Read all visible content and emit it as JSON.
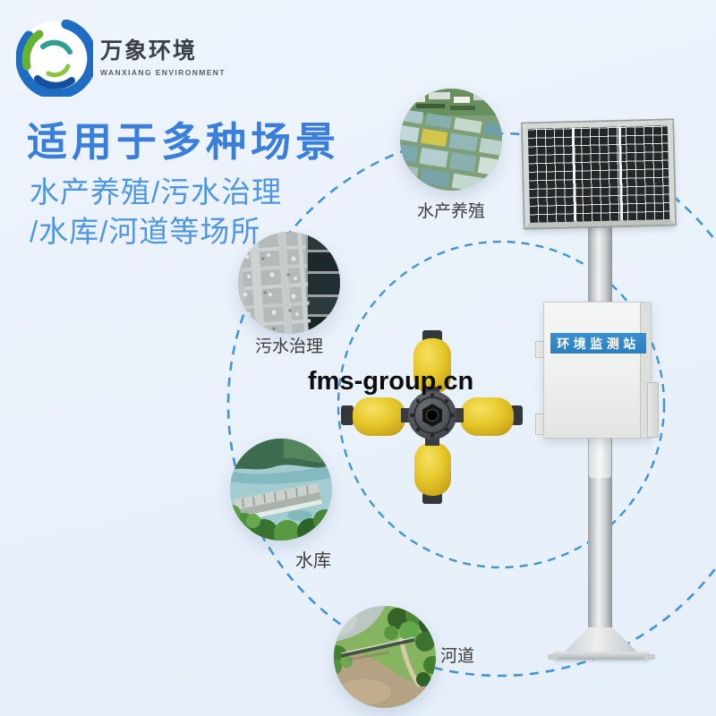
{
  "brand": {
    "name": "万象环境",
    "name_en": "WANXIANG ENVIRONMENT"
  },
  "hero": {
    "title": "适用于多种场景",
    "subtitle_line1": "水产养殖/污水治理",
    "subtitle_line2": "/水库/河道等场所"
  },
  "scenarios": [
    {
      "id": "aquaculture",
      "label": "水产养殖",
      "photo": "fish-ponds-aerial"
    },
    {
      "id": "sewage-treatment",
      "label": "污水治理",
      "photo": "treatment-plant-aerial"
    },
    {
      "id": "reservoir",
      "label": "水库",
      "photo": "dam-aerial"
    },
    {
      "id": "river",
      "label": "河道",
      "photo": "river-bridge-aerial"
    }
  ],
  "station": {
    "banner_label": "环境监测站"
  },
  "watermark": {
    "text": "fms-group.cn"
  },
  "icons": {
    "logo": "globe-swirl-logo-icon",
    "orbits": "dashed-orbit-rings",
    "device": "four-float-water-quality-buoy",
    "panel": "solar-panel"
  },
  "colors": {
    "background": "#eaf2fa",
    "title_blue": "#3a7edb",
    "subtitle_blue": "#4d96e3",
    "orbit_dash": "#2f8bd1",
    "label_dark": "#3c3c3c",
    "banner_blue": "#2e86c8",
    "buoy_yellow": "#e4c52c",
    "watermark_black": "#0d0d0d"
  }
}
